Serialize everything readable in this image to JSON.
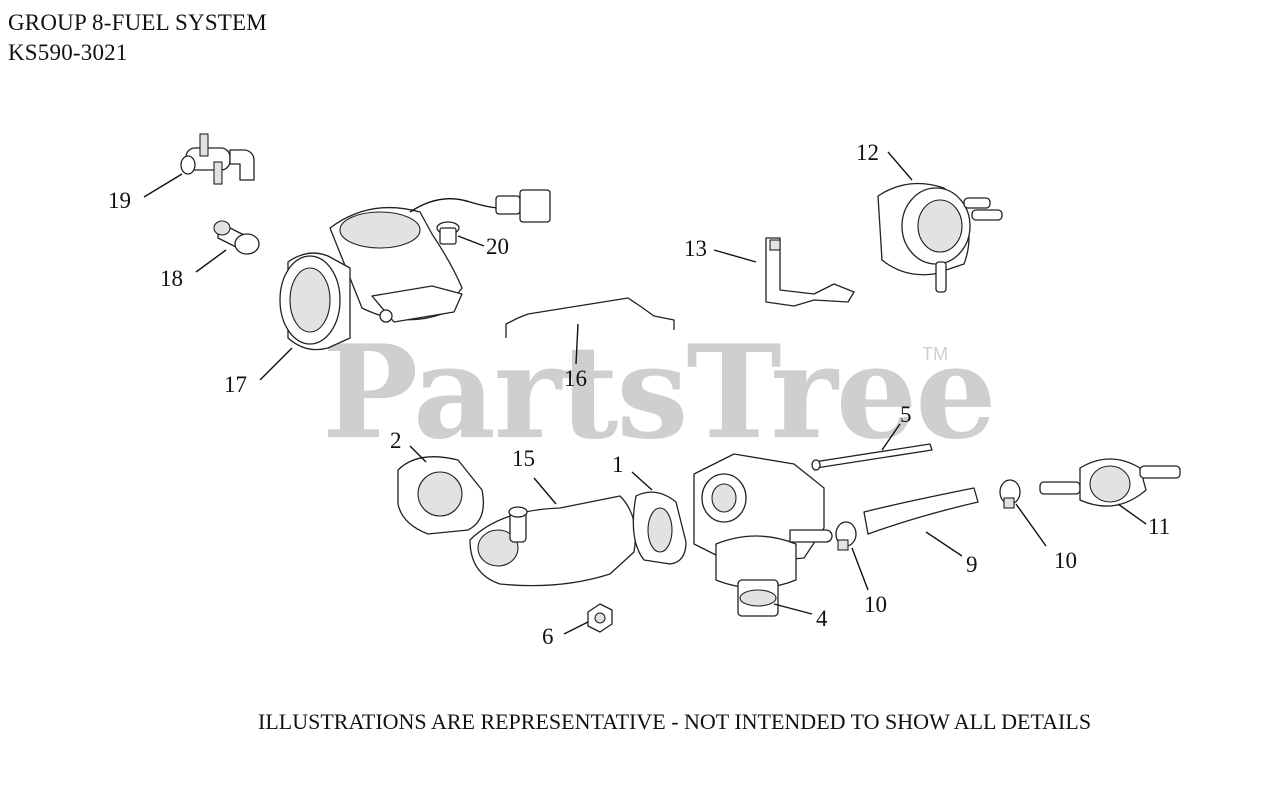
{
  "header": {
    "group_title": "GROUP 8-FUEL SYSTEM",
    "model": "KS590-3021"
  },
  "footer_note": "ILLUSTRATIONS ARE REPRESENTATIVE - NOT INTENDED TO SHOW ALL DETAILS",
  "watermark": {
    "brand": "PartsTree",
    "tm": "TM"
  },
  "callouts": [
    {
      "id": "c1",
      "label": "1"
    },
    {
      "id": "c2",
      "label": "2"
    },
    {
      "id": "c4",
      "label": "4"
    },
    {
      "id": "c5",
      "label": "5"
    },
    {
      "id": "c6",
      "label": "6"
    },
    {
      "id": "c9",
      "label": "9"
    },
    {
      "id": "c10a",
      "label": "10"
    },
    {
      "id": "c10b",
      "label": "10"
    },
    {
      "id": "c11",
      "label": "11"
    },
    {
      "id": "c12",
      "label": "12"
    },
    {
      "id": "c13",
      "label": "13"
    },
    {
      "id": "c15",
      "label": "15"
    },
    {
      "id": "c16",
      "label": "16"
    },
    {
      "id": "c17",
      "label": "17"
    },
    {
      "id": "c18",
      "label": "18"
    },
    {
      "id": "c19",
      "label": "19"
    },
    {
      "id": "c20",
      "label": "20"
    }
  ]
}
